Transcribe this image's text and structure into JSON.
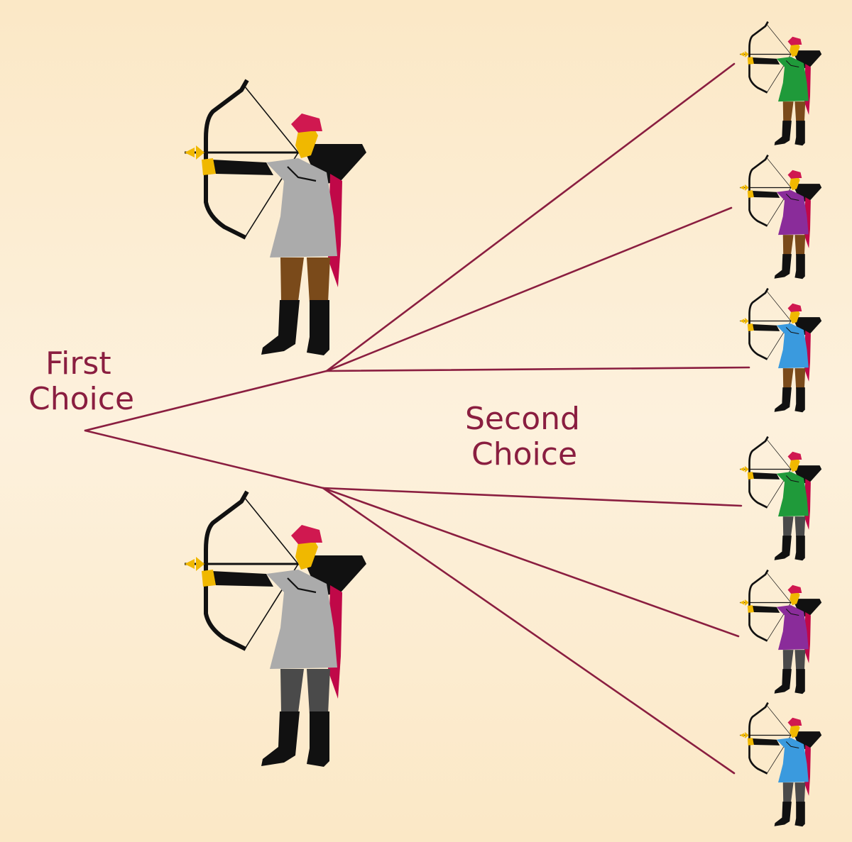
{
  "labels": {
    "first_line1": "First",
    "first_line2": "Choice",
    "second_line1": "Second",
    "second_line2": "Choice"
  },
  "tree": {
    "first_choice": [
      {
        "option": "top",
        "tunic_color": "#ababab",
        "legs_color": "#7a4a1a"
      },
      {
        "option": "bottom",
        "tunic_color": "#ababab",
        "legs_color": "#4a4a4a"
      }
    ],
    "second_choice": [
      {
        "parent": "top",
        "tunic_color": "#1f9a3a",
        "legs_color": "#7a4a1a"
      },
      {
        "parent": "top",
        "tunic_color": "#8a2c9a",
        "legs_color": "#7a4a1a"
      },
      {
        "parent": "top",
        "tunic_color": "#3a9ade",
        "legs_color": "#7a4a1a"
      },
      {
        "parent": "bottom",
        "tunic_color": "#1f9a3a",
        "legs_color": "#4a4a4a"
      },
      {
        "parent": "bottom",
        "tunic_color": "#8a2c9a",
        "legs_color": "#4a4a4a"
      },
      {
        "parent": "bottom",
        "tunic_color": "#3a9ade",
        "legs_color": "#4a4a4a"
      }
    ]
  },
  "colors": {
    "line": "#8a1e40",
    "background_top": "#fbe8c6",
    "background_mid": "#fdf1dd",
    "hair": "#d01850",
    "skin": "#f0b800",
    "cape": "#c00848"
  },
  "icon_names": [
    "archer-icon"
  ]
}
